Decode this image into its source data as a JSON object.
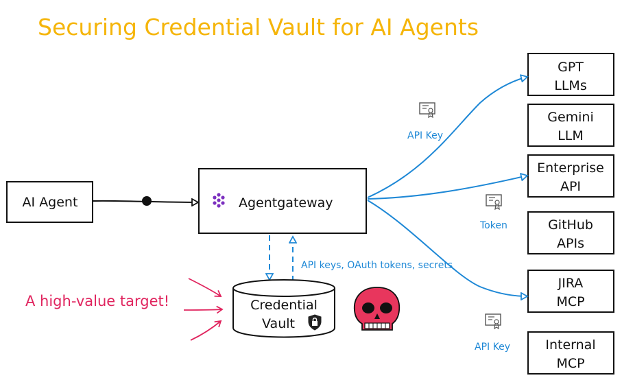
{
  "title": "Securing Credential Vault for AI Agents",
  "nodes": {
    "ai_agent": "AI Agent",
    "gateway": "Agentgateway",
    "vault_line1": "Credential",
    "vault_line2": "Vault"
  },
  "targets": [
    {
      "line1": "GPT",
      "line2": "LLMs"
    },
    {
      "line1": "Gemini",
      "line2": "LLM"
    },
    {
      "line1": "Enterprise",
      "line2": "API"
    },
    {
      "line1": "GitHub",
      "line2": "APIs"
    },
    {
      "line1": "JIRA",
      "line2": "MCP"
    },
    {
      "line1": "Internal",
      "line2": "MCP"
    }
  ],
  "edge_labels": {
    "api_key_top": "API Key",
    "token": "Token",
    "api_key_bottom": "API Key",
    "vault_flow": "API keys, OAuth tokens, secrets"
  },
  "warning": "A high-value target!",
  "colors": {
    "title": "#f5b50a",
    "edge": "#1e88d6",
    "warning": "#e0245e",
    "skull": "#e8365d",
    "gateway_logo": "#7b2fbf"
  },
  "icons": [
    "certificate-icon",
    "shield-lock-icon",
    "skull-icon",
    "agentgateway-logo-icon"
  ]
}
